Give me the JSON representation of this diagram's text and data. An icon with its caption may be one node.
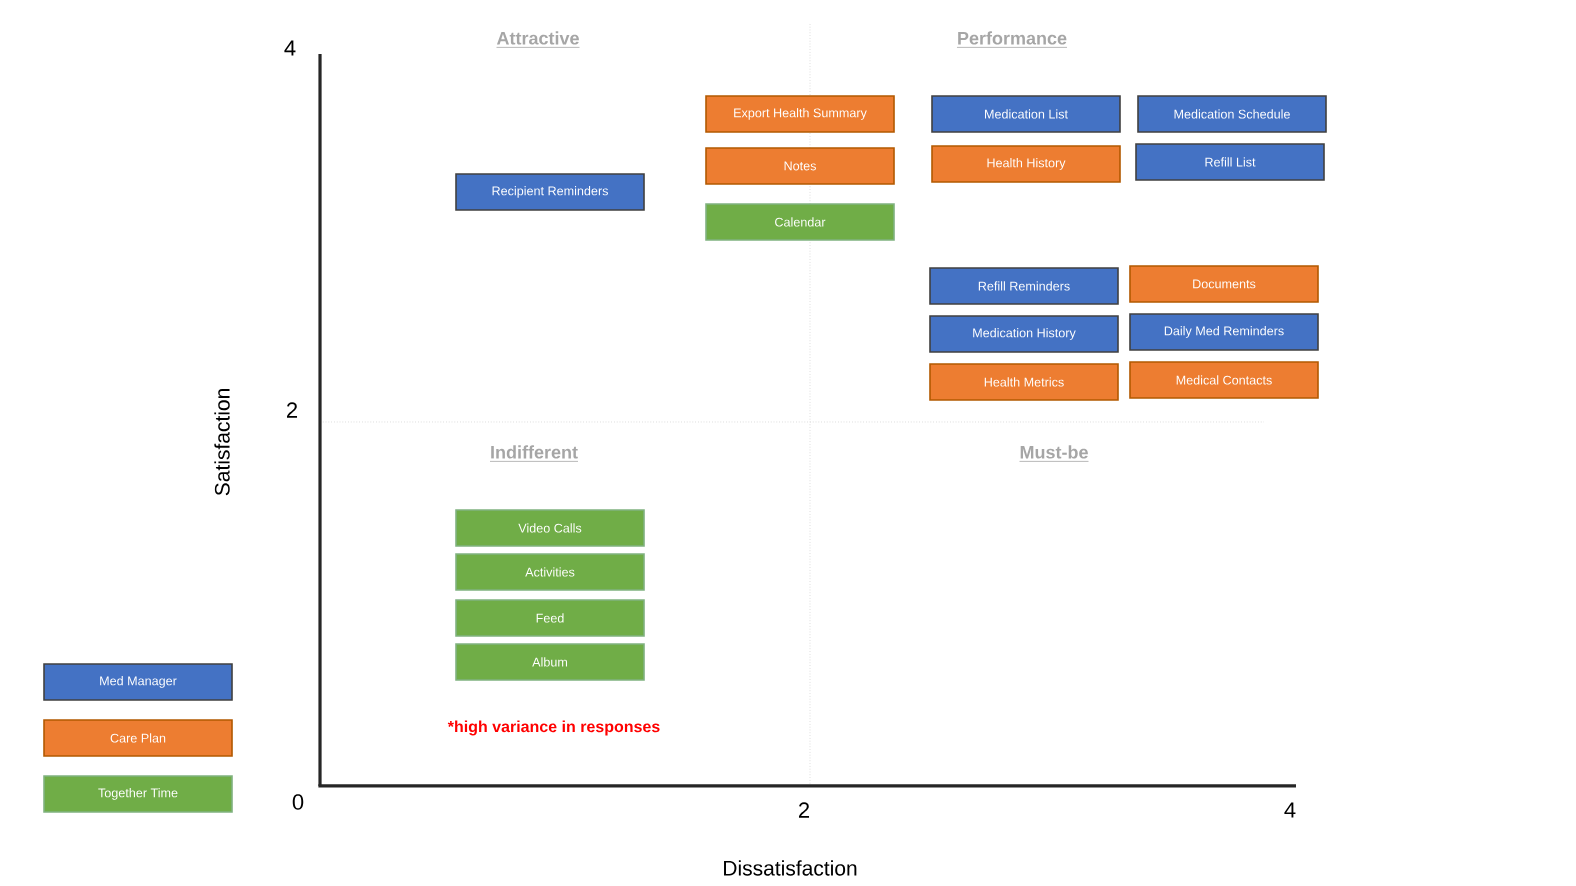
{
  "diagram": {
    "nodes": [
      {
        "text": [
          "Export Health Summary"
        ]
      },
      {
        "text": [
          "Notes"
        ]
      },
      {
        "text": [
          "Calendar"
        ]
      },
      {
        "text": [
          "Recipient Reminders"
        ]
      },
      {
        "text": [
          "Medication List"
        ]
      },
      {
        "text": [
          "Medication Schedule"
        ]
      },
      {
        "text": [
          "Health History"
        ]
      },
      {
        "text": [
          "Refill List"
        ]
      },
      {
        "text": [
          "Refill Reminders"
        ]
      },
      {
        "text": [
          "Documents"
        ]
      },
      {
        "text": [
          "Medication History"
        ]
      },
      {
        "text": [
          "Daily Med Reminders"
        ]
      },
      {
        "text": [
          "Health Metrics"
        ]
      },
      {
        "text": [
          "Medical Contacts"
        ]
      },
      {
        "text": [
          "Video Calls"
        ]
      },
      {
        "text": [
          "Activities"
        ]
      },
      {
        "text": [
          "Feed"
        ]
      },
      {
        "text": [
          "Album"
        ]
      }
    ],
    "labels": [
      "Attractive",
      "Performance",
      "4",
      "Satisfaction",
      "2",
      "Indifferent",
      "Must-be",
      "*high variance in responses",
      "0",
      "2",
      "4",
      "Dissatisfaction"
    ],
    "legend": [
      {
        "text": "Med Manager",
        "color": "#4472c4"
      },
      {
        "text": "Care Plan",
        "color": "#ed7d31"
      },
      {
        "text": "Together Time",
        "color": "#70ad47"
      }
    ]
  }
}
